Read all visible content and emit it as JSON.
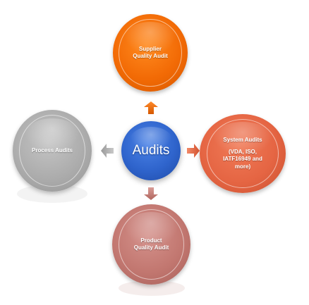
{
  "center": {
    "label": "Audits",
    "color": "#2f64cc"
  },
  "nodes": {
    "top": {
      "line1": "Supplier",
      "line2": "Quality Audit",
      "color": "#f26a05"
    },
    "left": {
      "line1": "Process Audits",
      "color": "#acacac"
    },
    "right": {
      "title": "System Audits",
      "line1": "(VDA, ISO,",
      "line2": "IATF16949 and",
      "line3": "more)",
      "color": "#e56543"
    },
    "bottom": {
      "line1": "Product",
      "line2": "Quality Audit",
      "color": "#c27770"
    }
  },
  "arrows": {
    "up": {
      "direction": "up",
      "color": "#f26a05"
    },
    "left": {
      "direction": "left",
      "color": "#acacac"
    },
    "right": {
      "direction": "right",
      "color": "#e56543"
    },
    "down": {
      "direction": "down",
      "color": "#c27770"
    }
  }
}
